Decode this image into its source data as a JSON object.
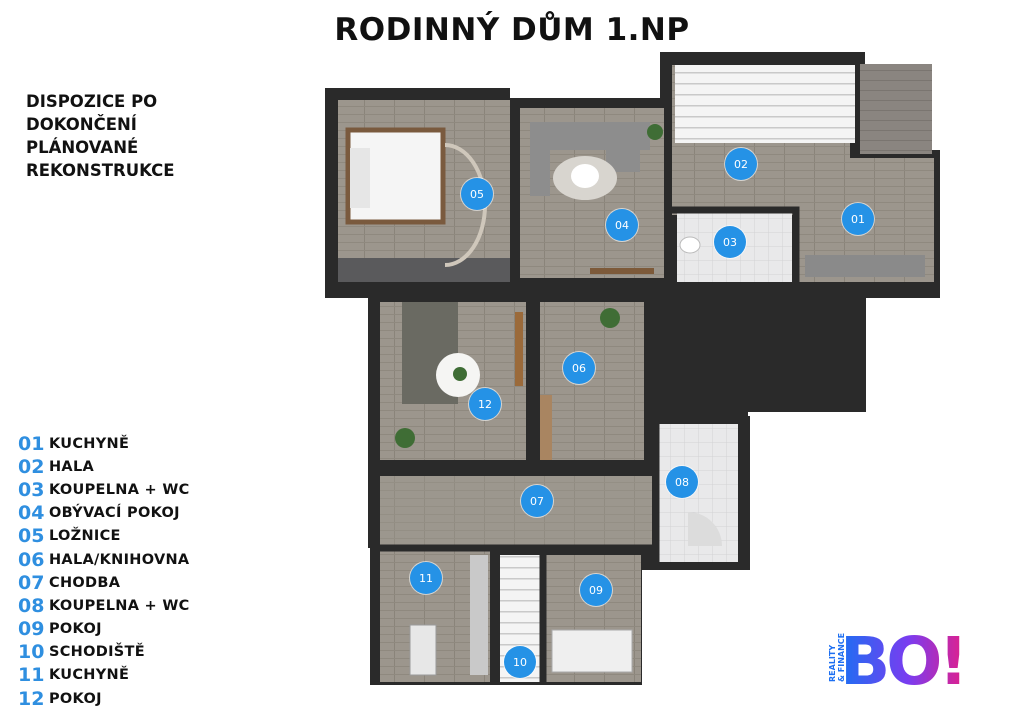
{
  "title": "RODINNÝ DŮM 1.NP",
  "subtitle": "DISPOZICE  PO\nDOKONČENÍ\nPLÁNOVANÉ\nREKONSTRUKCE",
  "legend": [
    {
      "num": "01",
      "name": "KUCHYNĚ"
    },
    {
      "num": "02",
      "name": "HALA"
    },
    {
      "num": "03",
      "name": "KOUPELNA + WC"
    },
    {
      "num": "04",
      "name": "OBÝVACÍ POKOJ"
    },
    {
      "num": "05",
      "name": "LOŽNICE"
    },
    {
      "num": "06",
      "name": "HALA/KNIHOVNA"
    },
    {
      "num": "07",
      "name": "CHODBA"
    },
    {
      "num": "08",
      "name": "KOUPELNA + WC"
    },
    {
      "num": "09",
      "name": "POKOJ"
    },
    {
      "num": "10",
      "name": "SCHODIŠTĚ"
    },
    {
      "num": "11",
      "name": "KUCHYNĚ"
    },
    {
      "num": "12",
      "name": "POKOJ"
    }
  ],
  "markers": [
    "01",
    "02",
    "03",
    "04",
    "05",
    "06",
    "07",
    "08",
    "09",
    "10",
    "11",
    "12"
  ],
  "logo": {
    "text": "BO!",
    "side_text_1": "REALITY",
    "side_text_2": "& FINANCE"
  },
  "colors": {
    "accent": "#2592e6",
    "legend_number": "#2f8fe0",
    "wall": "#222222",
    "floor": "#a8a29a",
    "logo_blue": "#1d6ff2",
    "logo_pink": "#e0208c"
  }
}
